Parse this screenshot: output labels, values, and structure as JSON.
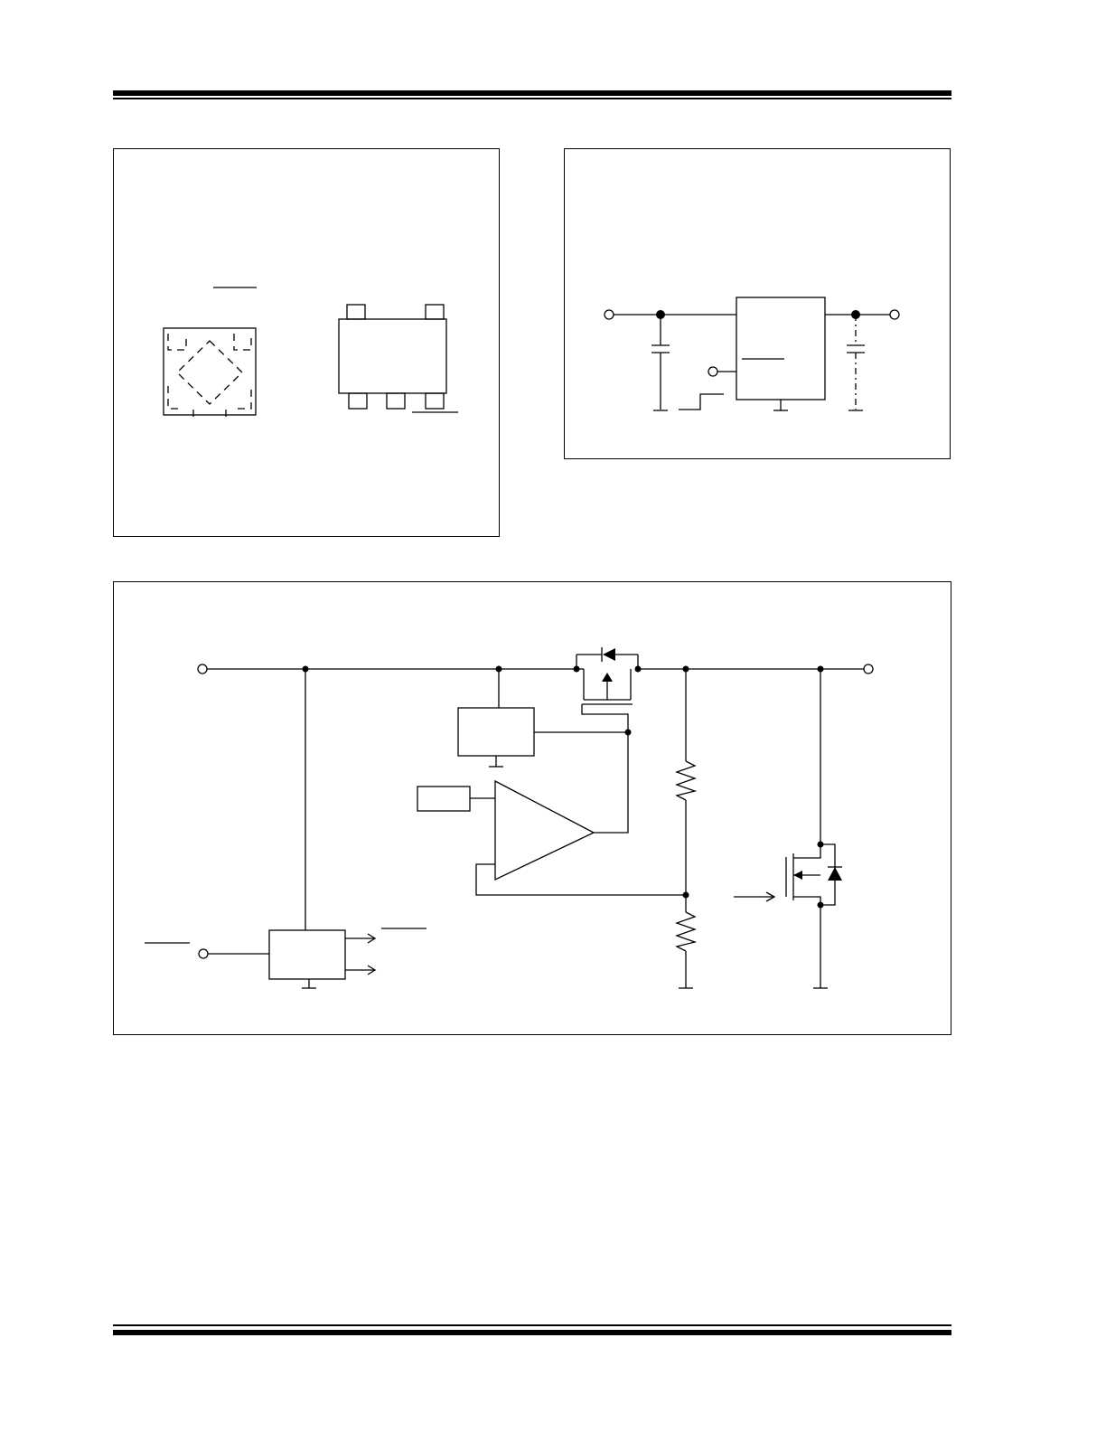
{
  "page": {
    "background": "#ffffff",
    "ink": "#000000"
  },
  "panels": {
    "package_types": {
      "name": "package-pinout-panel"
    },
    "typical_application": {
      "name": "typical-application-panel"
    },
    "functional_block_diagram": {
      "name": "block-diagram-panel"
    }
  }
}
